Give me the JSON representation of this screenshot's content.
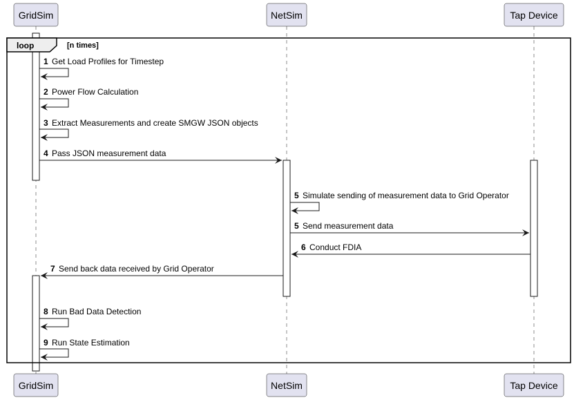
{
  "participants": [
    {
      "id": "gridsim",
      "label": "GridSim"
    },
    {
      "id": "netsim",
      "label": "NetSim"
    },
    {
      "id": "tap",
      "label": "Tap Device"
    }
  ],
  "loop": {
    "label": "loop",
    "condition": "[n times]"
  },
  "messages": [
    {
      "num": "1",
      "text": "Get Load Profiles for Timestep"
    },
    {
      "num": "2",
      "text": "Power Flow Calculation"
    },
    {
      "num": "3",
      "text": "Extract Measurements and create SMGW JSON objects"
    },
    {
      "num": "4",
      "text": "Pass JSON measurement data"
    },
    {
      "num": "5",
      "text": "Simulate sending of measurement data to Grid Operator"
    },
    {
      "num": "5",
      "text": "Send measurement data"
    },
    {
      "num": "6",
      "text": "Conduct FDIA"
    },
    {
      "num": "7",
      "text": "Send back data received by Grid Operator"
    },
    {
      "num": "8",
      "text": "Run Bad Data Detection"
    },
    {
      "num": "9",
      "text": "Run State Estimation"
    }
  ],
  "colors": {
    "participant_fill": "#E2E2F0",
    "participant_stroke": "#181818",
    "lifeline": "#181818",
    "activation_fill": "#ffffff",
    "frame_stroke": "#000000",
    "arrow": "#181818"
  }
}
